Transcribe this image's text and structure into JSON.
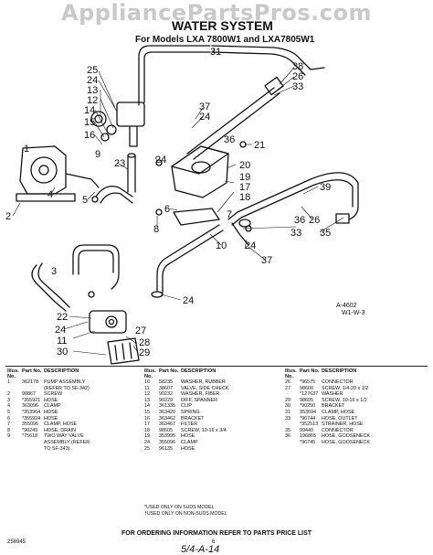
{
  "watermark": "AppliancePartsPros.com",
  "title": "WATER SYSTEM",
  "subtitle": "For Models LXA 7800W1 and LXA7805W1",
  "figure_ref": "A-4602",
  "figure_ref2": "W1-W-3",
  "callouts": [
    "31",
    "25",
    "24",
    "13",
    "12",
    "14",
    "15",
    "16",
    "4",
    "2",
    "5",
    "3",
    "22",
    "24",
    "11",
    "28",
    "29",
    "30",
    "27",
    "37",
    "24",
    "23",
    "24",
    "6",
    "21",
    "38",
    "26",
    "33",
    "36",
    "20",
    "19",
    "17",
    "18",
    "8",
    "7",
    "39",
    "36",
    "26",
    "35",
    "24",
    "33",
    "37",
    "10",
    "24",
    "1",
    "9"
  ],
  "table_headers": {
    "no": "Illus. No.",
    "partno": "Part No.",
    "desc": "DESCRIPTION"
  },
  "parts_col1": [
    {
      "no": "1",
      "part": "362178",
      "desc": "PUMP ASSEMBLY"
    },
    {
      "no": "",
      "part": "",
      "desc": "(REFER TO SF-342)"
    },
    {
      "no": "2",
      "part": "90867",
      "desc": "SCREW"
    },
    {
      "no": "3",
      "part": "*355921",
      "desc": "HOSE"
    },
    {
      "no": "4",
      "part": "363096",
      "desc": "CLAMP"
    },
    {
      "no": "5",
      "part": "*353964",
      "desc": "HOSE"
    },
    {
      "no": "6",
      "part": "*355924",
      "desc": "HOSE"
    },
    {
      "no": "7",
      "part": "355096",
      "desc": "CLAMP, HOSE"
    },
    {
      "no": "8",
      "part": "*90249",
      "desc": "HOSE, DRAIN"
    },
    {
      "no": "9",
      "part": "*75618",
      "desc": "TWO WAY VALVE"
    },
    {
      "no": "",
      "part": "",
      "desc": "ASSEMBLY (REFER"
    },
    {
      "no": "",
      "part": "",
      "desc": "TO SF-343)"
    }
  ],
  "parts_col2": [
    {
      "no": "10",
      "part": "58235",
      "desc": "WASHER, RUBBER"
    },
    {
      "no": "11",
      "part": "38607",
      "desc": "VALVE, SIDE CHECK"
    },
    {
      "no": "12",
      "part": "90232",
      "desc": "WASHER, FIBER"
    },
    {
      "no": "13",
      "part": "90229",
      "desc": "DIFF, SPANNER"
    },
    {
      "no": "14",
      "part": "361335",
      "desc": "CLIP"
    },
    {
      "no": "15",
      "part": "363420",
      "desc": "SPRING"
    },
    {
      "no": "16",
      "part": "363462",
      "desc": "BRACKET"
    },
    {
      "no": "17",
      "part": "363467",
      "desc": "FILTER"
    },
    {
      "no": "18",
      "part": "98605",
      "desc": "SCREW, 10-16 x 3/4"
    },
    {
      "no": "19",
      "part": "353995",
      "desc": "HOSE"
    },
    {
      "no": "24",
      "part": "355096",
      "desc": "CLAMP"
    },
    {
      "no": "25",
      "part": "96135",
      "desc": "HOSE"
    }
  ],
  "parts_col3": [
    {
      "no": "26",
      "part": "*96575",
      "desc": "CONNECTOR"
    },
    {
      "no": "27",
      "part": "98600",
      "desc": "SCREW, 1/4-20 x 1/2"
    },
    {
      "no": "",
      "part": "*127637",
      "desc": "WASHER"
    },
    {
      "no": "29",
      "part": "98605",
      "desc": "SCREW, 10-16 x 1/2"
    },
    {
      "no": "30",
      "part": "*90250",
      "desc": "BRACKET"
    },
    {
      "no": "31",
      "part": "353694",
      "desc": "CLAMP, HOSE"
    },
    {
      "no": "33",
      "part": "*96744",
      "desc": "HOSE, OUTLET"
    },
    {
      "no": "",
      "part": "*352513",
      "desc": "STRAINER, HOSE"
    },
    {
      "no": "35",
      "part": "99440",
      "desc": "CONNECTOR"
    },
    {
      "no": "36",
      "part": "196865",
      "desc": "HOSE, GOOSENECK"
    },
    {
      "no": "",
      "part": "*96745",
      "desc": "HOSE, GOOSENECK"
    }
  ],
  "notes": [
    "*USED ONLY ON SUDS MODEL",
    "†USED ONLY ON NON-SUDS MODEL"
  ],
  "footer": "FOR ORDERING INFORMATION REFER TO PARTS PRICE LIST",
  "page_number": "6",
  "doc_number": "256945",
  "handwritten": "5/4-A-14"
}
